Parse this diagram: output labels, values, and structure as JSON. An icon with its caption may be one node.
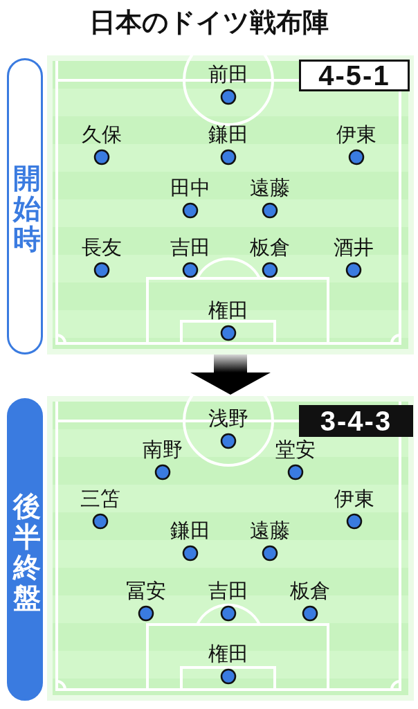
{
  "diagram": {
    "title": "日本のドイツ戦布陣",
    "nodes": [
      {
        "text": [
          "開始時"
        ]
      },
      {
        "text": [],
        "shape": "box"
      },
      {
        "text": [
          "4-5-1"
        ],
        "in": 1
      },
      {
        "text": [
          "前田"
        ],
        "in": 1
      },
      {
        "text": [
          "久保"
        ],
        "in": 1
      },
      {
        "text": [
          "鎌田"
        ],
        "in": 1
      },
      {
        "text": [
          "伊東"
        ],
        "in": 1
      },
      {
        "text": [
          "田中"
        ],
        "in": 1
      },
      {
        "text": [
          "遠藤"
        ],
        "in": 1
      },
      {
        "text": [
          "長友"
        ],
        "in": 1
      },
      {
        "text": [
          "吉田"
        ],
        "in": 1
      },
      {
        "text": [
          "板倉"
        ],
        "in": 1
      },
      {
        "text": [
          "酒井"
        ],
        "in": 1
      },
      {
        "text": [
          "権田"
        ],
        "in": 1
      },
      {
        "text": [
          "後半終盤"
        ]
      },
      {
        "text": [],
        "shape": "box"
      },
      {
        "text": [
          "3-4-3"
        ],
        "in": 15
      },
      {
        "text": [
          "浅野"
        ],
        "in": 15
      },
      {
        "text": [
          "南野"
        ],
        "in": 15
      },
      {
        "text": [
          "堂安"
        ],
        "in": 15
      },
      {
        "text": [
          "三笘"
        ],
        "in": 15
      },
      {
        "text": [
          "伊東"
        ],
        "in": 15
      },
      {
        "text": [
          "鎌田"
        ],
        "in": 15
      },
      {
        "text": [
          "遠藤"
        ],
        "in": 15
      },
      {
        "text": [
          "冨安"
        ],
        "in": 15
      },
      {
        "text": [
          "吉田"
        ],
        "in": 15
      },
      {
        "text": [
          "板倉"
        ],
        "in": 15
      },
      {
        "text": [
          "権田"
        ],
        "in": 15
      }
    ],
    "edges": [
      {
        "from": 1,
        "to": 15,
        "arrow": "to",
        "style": "thick"
      }
    ]
  }
}
